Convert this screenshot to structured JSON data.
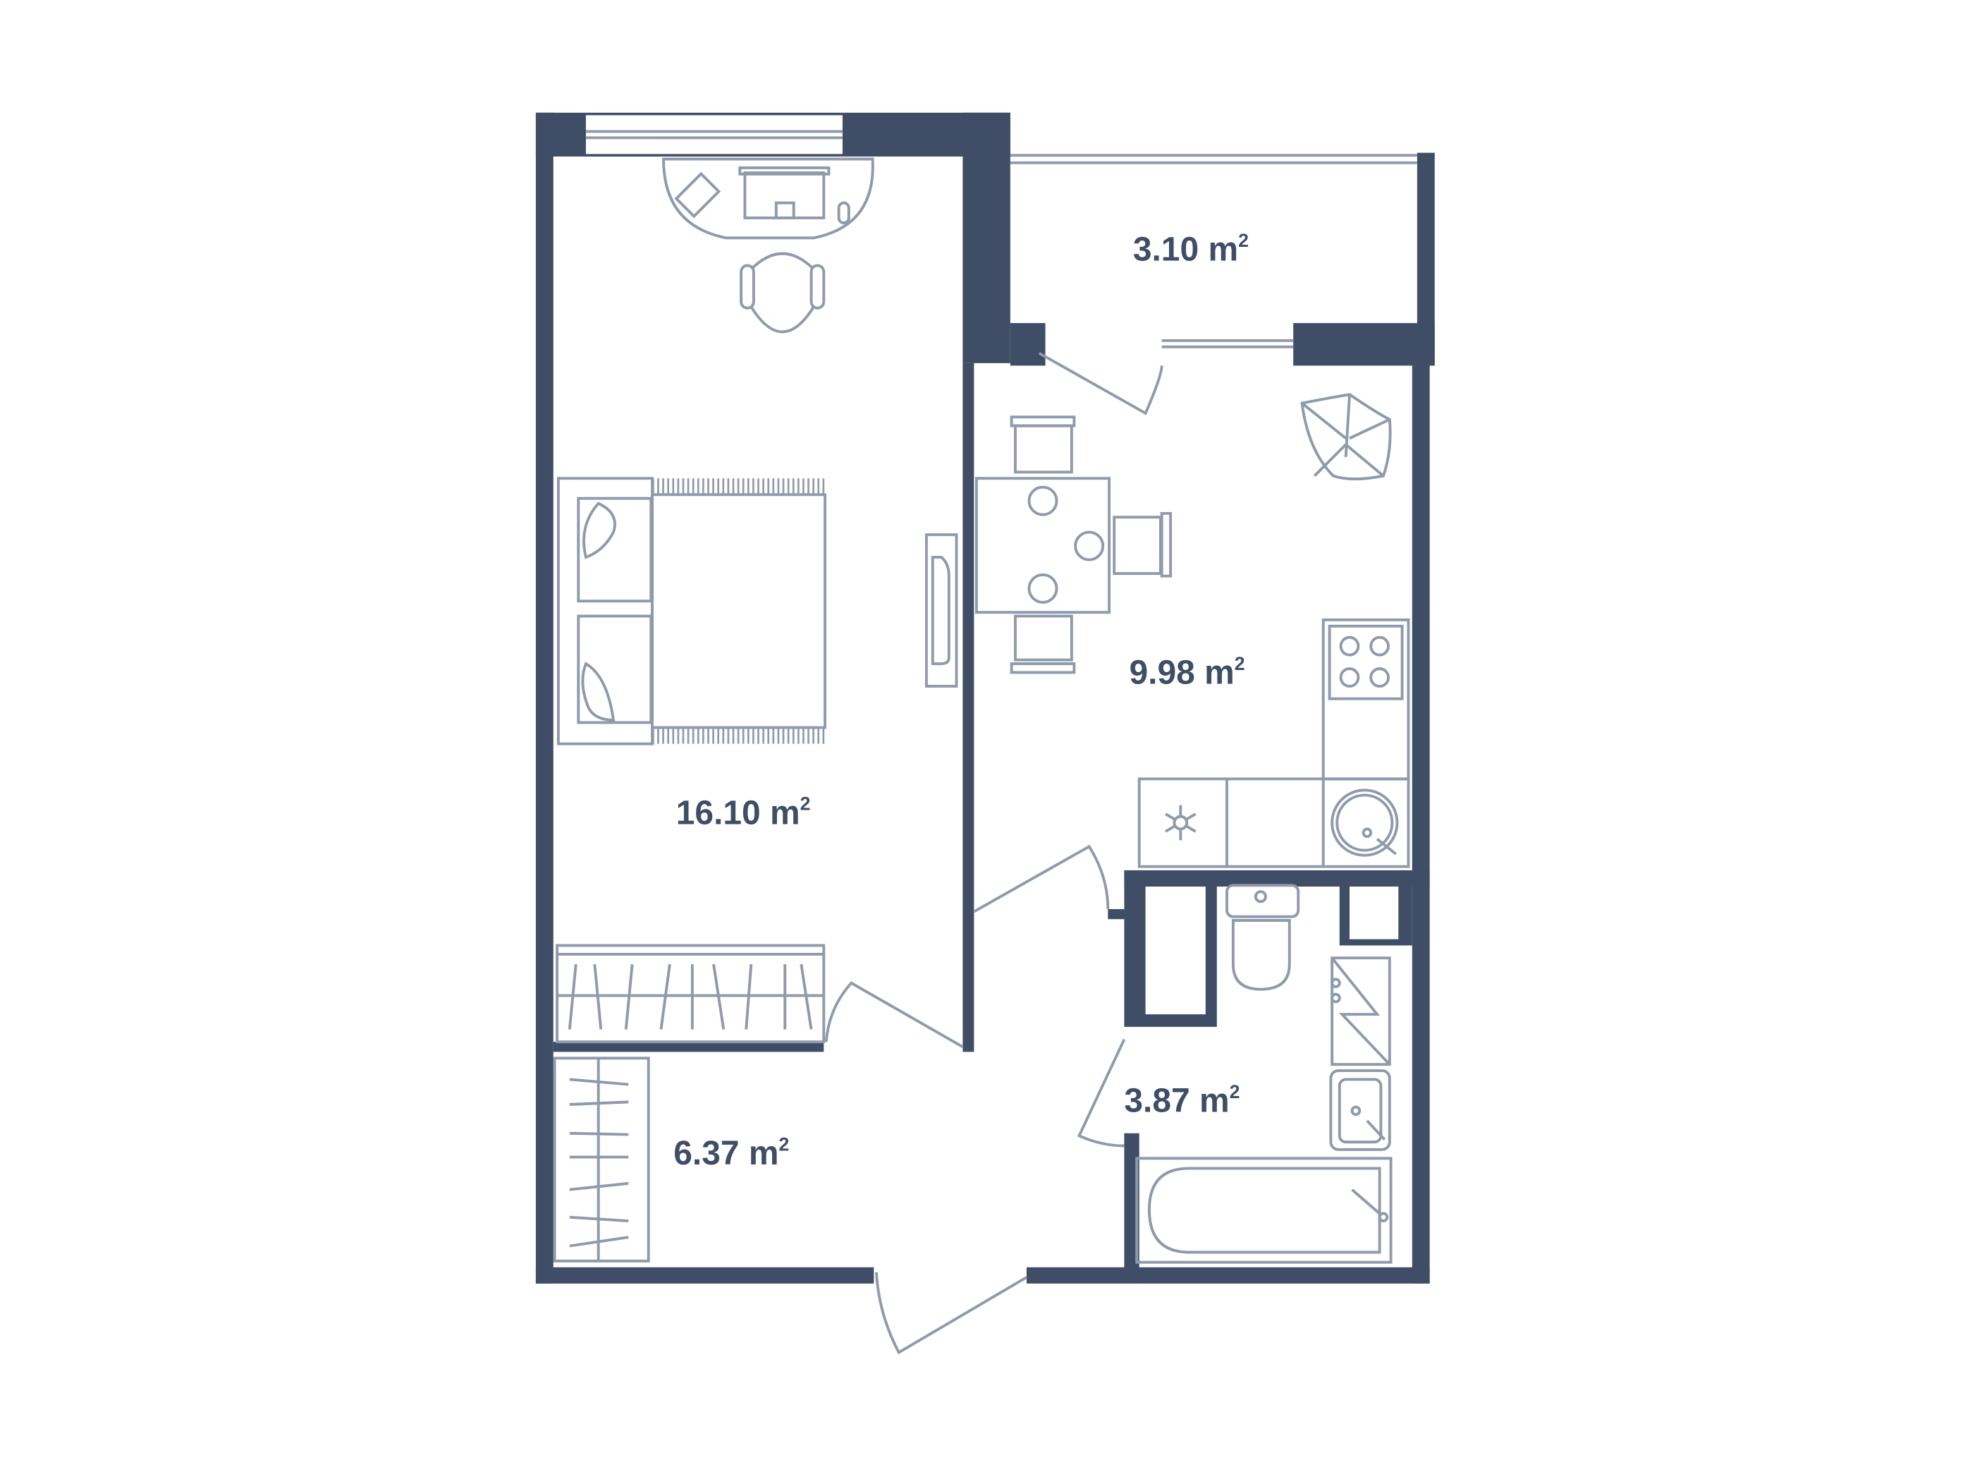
{
  "plan": {
    "colors": {
      "wall": "#3f4e66",
      "furniture": "#8f9aaa"
    },
    "rooms": [
      {
        "id": "balcony",
        "area": "3.10",
        "unit": "m",
        "exp": "2"
      },
      {
        "id": "bedroom",
        "area": "16.10",
        "unit": "m",
        "exp": "2"
      },
      {
        "id": "kitchen",
        "area": "9.98",
        "unit": "m",
        "exp": "2"
      },
      {
        "id": "hallway",
        "area": "6.37",
        "unit": "m",
        "exp": "2"
      },
      {
        "id": "bathroom",
        "area": "3.87",
        "unit": "m",
        "exp": "2"
      }
    ]
  }
}
